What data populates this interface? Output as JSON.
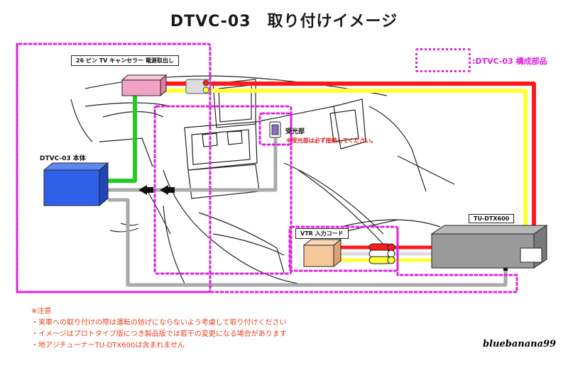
{
  "title": "DTVC-03　取り付けイメージ",
  "legend": {
    "text": ":DTVC-03 構成部品",
    "color": "#e020e0"
  },
  "labels": {
    "canceller": "26 ピン TV キャンセラー 電源取出し",
    "main_unit": "DTVC-03 本体",
    "receiver": "受光部",
    "receiver_warning": "※受光部は必ず接続してください。",
    "vtr_cord": "VTR 入力コード",
    "tuner": "TU-DTX600"
  },
  "notes": {
    "heading": "※注意",
    "items": [
      "・実車への取り付けの際は運転の妨げにならないよう考慮して取り付けください",
      "・イメージはプロトタイプ版につき製品版では若干の変更になる場合があります",
      "・地アジチューナーTU-DTX600は含まれません"
    ]
  },
  "signature": "bluebanana99",
  "colors": {
    "red_cable": "#ff1a1a",
    "yellow_cable": "#ffff33",
    "green_cable": "#22cc22",
    "gray_cable": "#aaaaaa",
    "main_unit": "#2e5fe8",
    "canceller": "#f2a3c3",
    "vtr_box": "#f5c89a",
    "receiver": "#8a6fc0",
    "tuner": "#9a9a9a"
  }
}
